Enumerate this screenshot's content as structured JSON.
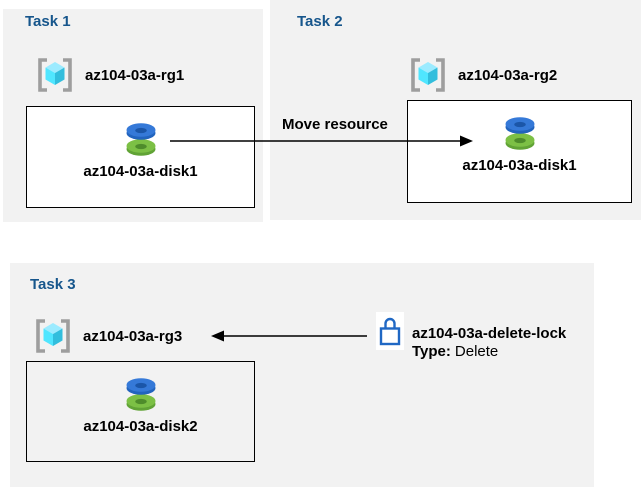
{
  "diagram": {
    "tasks": [
      {
        "title": "Task 1",
        "resource_group": "az104-03a-rg1",
        "resource": "az104-03a-disk1"
      },
      {
        "title": "Task 2",
        "resource_group": "az104-03a-rg2",
        "resource": "az104-03a-disk1"
      },
      {
        "title": "Task 3",
        "resource_group": "az104-03a-rg3",
        "resource": "az104-03a-disk2"
      }
    ],
    "move_arrow": {
      "label": "Move resource",
      "direction": "right"
    },
    "delete_lock": {
      "name": "az104-03a-delete-lock",
      "type_label": "Type:",
      "type_value": "Delete",
      "direction": "left"
    }
  },
  "icons": {
    "resource_group": "resource-group-icon",
    "disk": "managed-disk-icon",
    "lock": "lock-icon"
  },
  "colors": {
    "panel_background": "#F2F2F2",
    "task_title_blue": "#17568C",
    "box_border": "#000000",
    "text": "#000000",
    "arrow": "#000000",
    "lock_blue": "#2068C4",
    "disk_blue_top": "#3579D8",
    "disk_blue_side": "#2264BE",
    "disk_blue_hole": "#1B56A8",
    "disk_green_top": "#7CC045",
    "disk_green_side": "#61A336",
    "disk_green_hole": "#4E8C2B",
    "cube_top": "#9CEBFF",
    "cube_left": "#50E6FF",
    "cube_right": "#32BEDD",
    "bracket_gray": "#9E9E9E"
  }
}
